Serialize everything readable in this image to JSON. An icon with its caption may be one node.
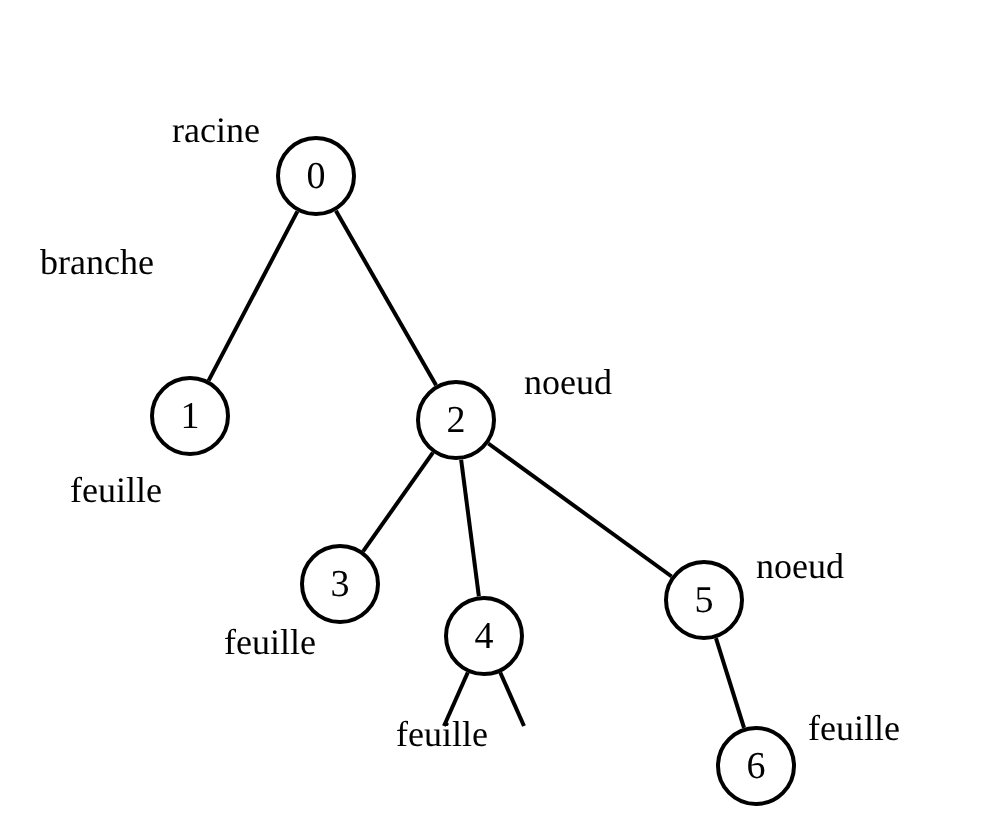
{
  "diagram": {
    "nodes": [
      {
        "text": [
          "0"
        ],
        "beside": [
          "racine"
        ]
      },
      {
        "text": [
          "1"
        ],
        "beside": [
          "feuille"
        ]
      },
      {
        "text": [
          "2"
        ],
        "beside": [
          "noeud"
        ]
      },
      {
        "text": [
          "3"
        ],
        "beside": [
          "feuille"
        ]
      },
      {
        "text": [
          "4"
        ],
        "beside": [
          "feuille"
        ]
      },
      {
        "text": [
          "5"
        ],
        "beside": [
          "noeud"
        ]
      },
      {
        "text": [
          "6"
        ],
        "beside": [
          "feuille"
        ]
      }
    ],
    "edges": [
      {
        "from": 0,
        "to": 1,
        "arrow": "none"
      },
      {
        "from": 0,
        "to": 2,
        "arrow": "none"
      },
      {
        "from": 2,
        "to": 3,
        "arrow": "none"
      },
      {
        "from": 2,
        "to": 4,
        "arrow": "none"
      },
      {
        "from": 2,
        "to": 5,
        "arrow": "none"
      },
      {
        "from": 5,
        "to": 6,
        "arrow": "none"
      },
      {
        "from": 4,
        "to": null,
        "arrow": "none"
      },
      {
        "from": 4,
        "to": null,
        "arrow": "none"
      }
    ],
    "labels": [
      "branche"
    ]
  }
}
